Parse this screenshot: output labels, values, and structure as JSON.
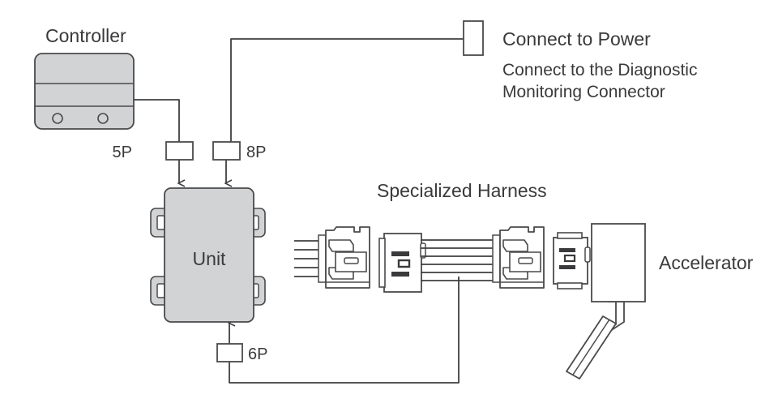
{
  "diagram": {
    "title_labels": {
      "controller": "Controller",
      "unit": "Unit",
      "accelerator": "Accelerator",
      "specialized_harness": "Specialized Harness"
    },
    "connector_labels": {
      "p5": "5P",
      "p8": "8P",
      "p6": "6P"
    },
    "notes": {
      "power": "Connect to Power",
      "diagnostic_line1": "Connect to the Diagnostic",
      "diagnostic_line2": "Monitoring Connector"
    },
    "colors": {
      "body_fill": "#d2d3d4",
      "stroke": "#4a4a4c",
      "wire": "#3f3f41",
      "text": "#3a3a3c",
      "connector_fill": "#ffffff",
      "connector_detail": "#3a3a3c",
      "background": "#ffffff"
    },
    "components": [
      {
        "name": "controller",
        "type": "device",
        "label": "Controller"
      },
      {
        "name": "unit",
        "type": "device",
        "label": "Unit"
      },
      {
        "name": "accelerator",
        "type": "device",
        "label": "Accelerator"
      },
      {
        "name": "specialized-harness",
        "type": "harness",
        "label": "Specialized Harness"
      },
      {
        "name": "power-connector",
        "type": "connector",
        "label": "Connect to Power"
      },
      {
        "name": "connector-5p",
        "type": "connector",
        "label": "5P"
      },
      {
        "name": "connector-8p",
        "type": "connector",
        "label": "8P"
      },
      {
        "name": "connector-6p",
        "type": "connector",
        "label": "6P"
      }
    ]
  }
}
